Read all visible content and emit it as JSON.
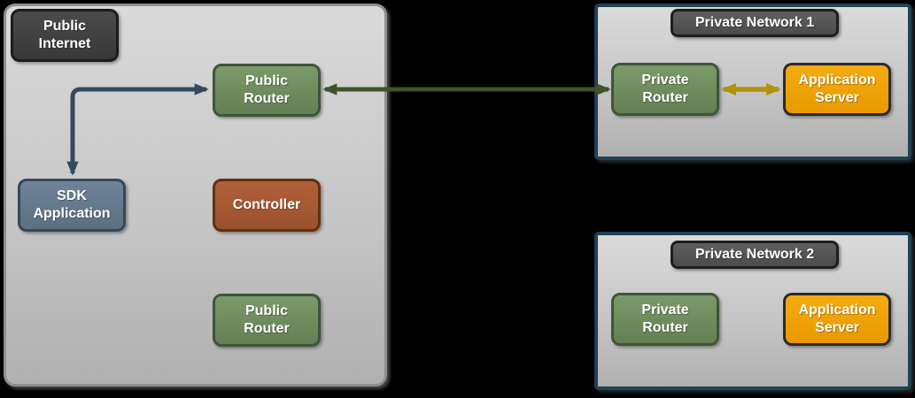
{
  "public_zone": {
    "label": "Public\nInternet",
    "nodes": {
      "public_router_top": "Public\nRouter",
      "sdk_application": "SDK\nApplication",
      "controller": "Controller",
      "public_router_bottom": "Public\nRouter"
    }
  },
  "private_network_1": {
    "label": "Private Network 1",
    "nodes": {
      "private_router": "Private\nRouter",
      "application_server": "Application\nServer"
    }
  },
  "private_network_2": {
    "label": "Private Network 2",
    "nodes": {
      "private_router": "Private\nRouter",
      "application_server": "Application\nServer"
    }
  },
  "connections": [
    {
      "from": "SDK Application",
      "to": "Public Router",
      "color": "#35495c",
      "bidirectional": true,
      "shape": "elbow"
    },
    {
      "from": "Public Router",
      "to": "Private Router (Private Network 1)",
      "color": "#3e5429",
      "bidirectional": true,
      "shape": "straight"
    },
    {
      "from": "Private Router (Private Network 1)",
      "to": "Application Server (Private Network 1)",
      "color": "#b3920d",
      "bidirectional": true,
      "shape": "straight"
    }
  ],
  "colors": {
    "background": "#000000",
    "zone_fill": "#c6c6c6",
    "public_zone_border": "#8f8f8f",
    "private_zone_border": "#1f4254",
    "dark_node": "#414141",
    "green_node": "#6e8e5e",
    "slate_node": "#66798c",
    "rust_node": "#a75b35",
    "orange_node": "#f0a207",
    "arrow_navy": "#35495c",
    "arrow_green": "#3e5429",
    "arrow_gold": "#b3920d"
  }
}
